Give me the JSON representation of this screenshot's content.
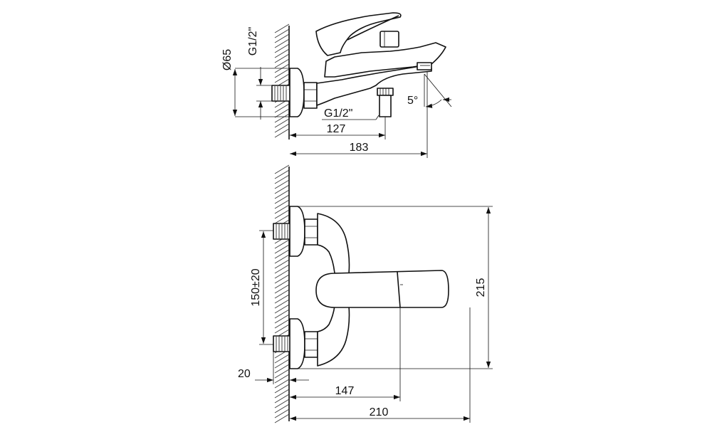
{
  "side_view": {
    "dim_diameter": "Ø65",
    "dim_thread_top": "G1/2\"",
    "dim_thread_bottom": "G1/2\"",
    "dim_angle": "5°",
    "dim_127": "127",
    "dim_183": "183"
  },
  "front_view": {
    "dim_spacing": "150±20",
    "dim_height": "215",
    "dim_20": "20",
    "dim_147": "147",
    "dim_210": "210"
  }
}
